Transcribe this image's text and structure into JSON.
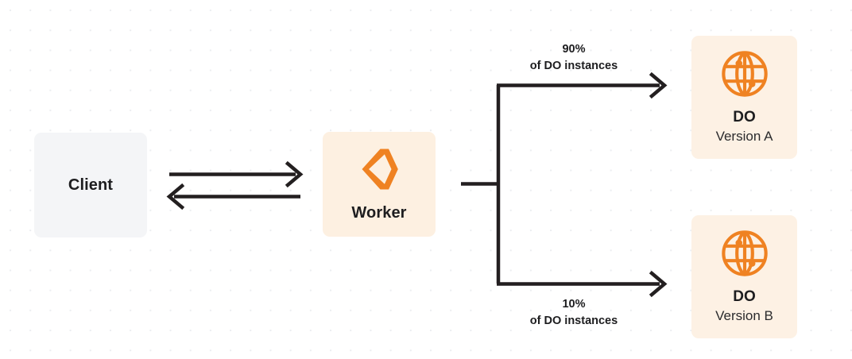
{
  "diagram": {
    "type": "flow-diagram",
    "background": "#ffffff",
    "dot_grid_color": "#eceef1",
    "accent_color": "#f0851e",
    "line_color": "#231f20",
    "nodes": [
      {
        "id": "client",
        "title": "Client",
        "subtitle": "",
        "fill": "#f4f5f7",
        "icon": ""
      },
      {
        "id": "worker",
        "title": "Worker",
        "subtitle": "",
        "fill": "#fdf0e1",
        "icon": "cloudflare-workers-icon"
      },
      {
        "id": "do_a",
        "title": "DO",
        "subtitle": "Version A",
        "fill": "#fdf1e4",
        "icon": "durable-object-globe-icon"
      },
      {
        "id": "do_b",
        "title": "DO",
        "subtitle": "Version B",
        "fill": "#fdf1e4",
        "icon": "durable-object-globe-icon"
      }
    ],
    "edges": [
      {
        "id": "client_to_worker",
        "from": "client",
        "to": "worker",
        "direction": "right",
        "label": ""
      },
      {
        "id": "worker_to_client",
        "from": "worker",
        "to": "client",
        "direction": "left",
        "label": ""
      },
      {
        "id": "worker_to_do_a",
        "from": "worker",
        "to": "do_a",
        "direction": "right",
        "label_line1": "90%",
        "label_line2": "of DO instances",
        "percent": 90
      },
      {
        "id": "worker_to_do_b",
        "from": "worker",
        "to": "do_b",
        "direction": "right",
        "label_line1": "10%",
        "label_line2": "of DO instances",
        "percent": 10
      }
    ]
  }
}
